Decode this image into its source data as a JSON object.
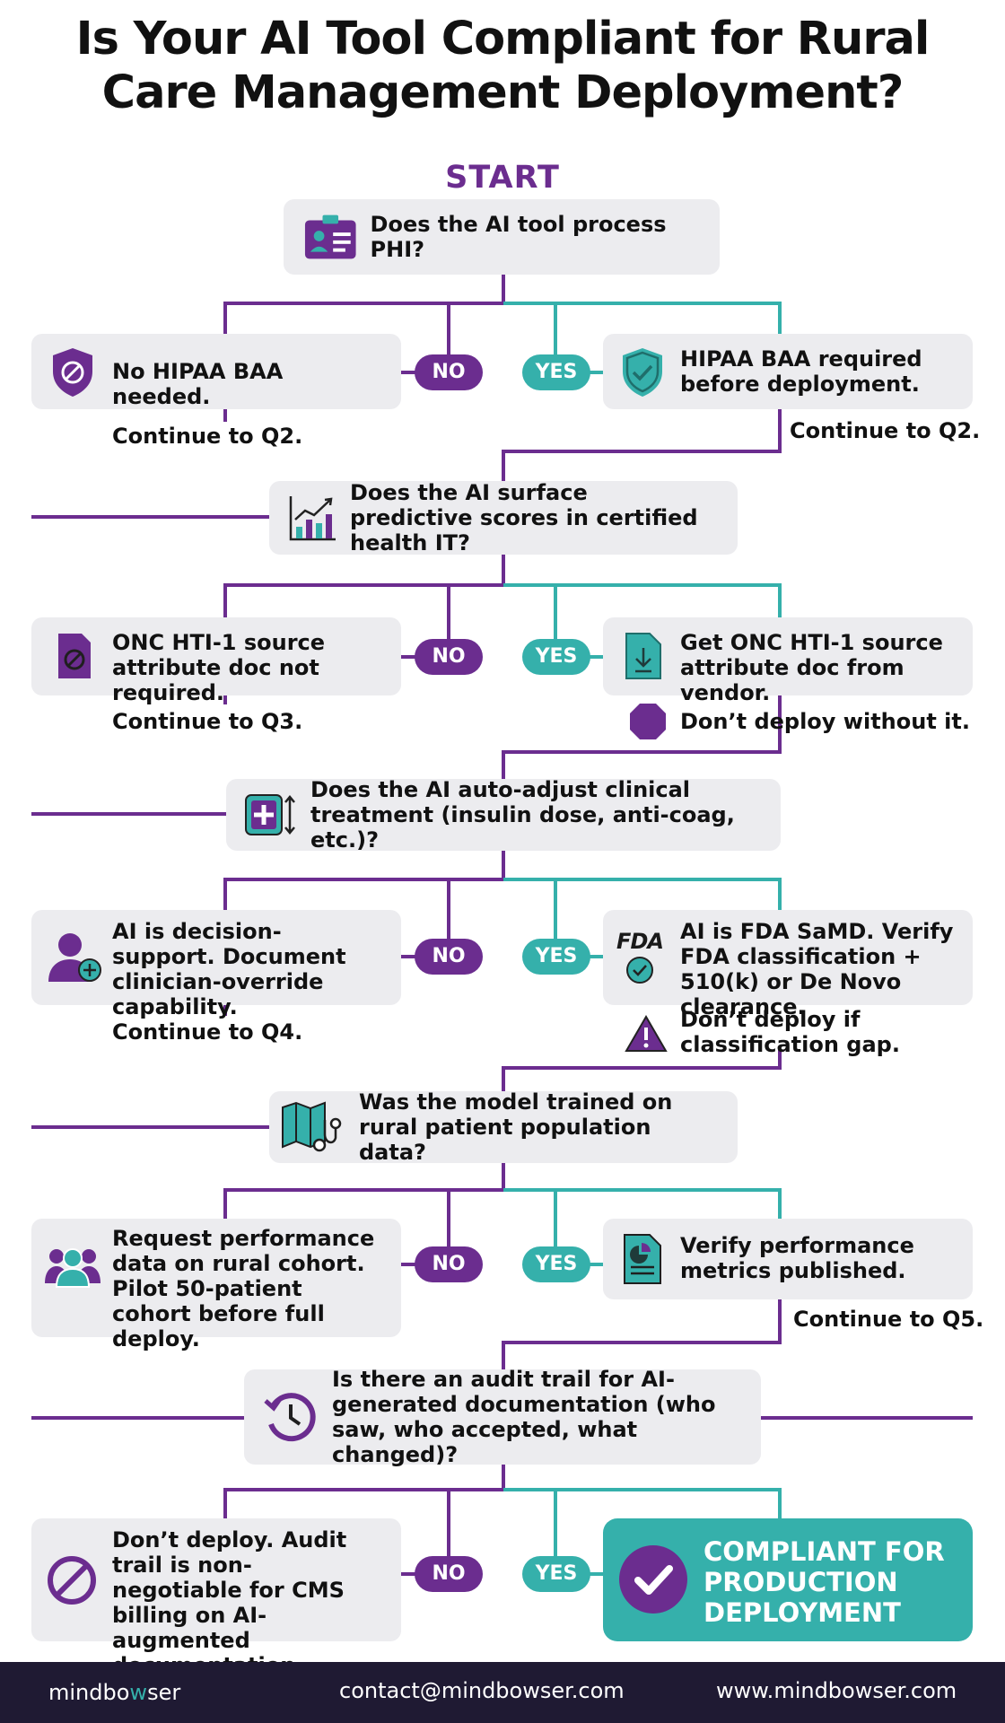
{
  "title": {
    "line1": "Is Your AI Tool Compliant  for Rural",
    "line2": "Care Management Deployment?"
  },
  "start_label": "START",
  "pill_no": "NO",
  "pill_yes": "YES",
  "q1": {
    "question": "Does the AI tool process PHI?",
    "no_text": "No HIPAA BAA needed.",
    "no_note": "Continue to Q2.",
    "yes_text": "HIPAA BAA required before deployment.",
    "yes_note": "Continue to Q2."
  },
  "q2": {
    "question": "Does the AI surface predictive scores in certified health IT?",
    "no_text": "ONC HTI-1 source attribute doc not required.",
    "no_note": "Continue to Q3.",
    "yes_text": "Get ONC HTI-1 source attribute doc from vendor.",
    "yes_note": "Don’t deploy without it."
  },
  "q3": {
    "question": "Does the AI auto-adjust clinical treatment (insulin dose, anti-coag, etc.)?",
    "no_text": "AI is decision-support. Document clinician-override capability.",
    "no_note": "Continue to Q4.",
    "yes_text": "AI is FDA SaMD. Verify FDA classification + 510(k) or De Novo clearance.",
    "yes_note": "Don’t deploy if classification gap."
  },
  "q4": {
    "question": "Was the model trained on rural patient population data?",
    "no_text": "Request performance data on rural cohort. Pilot 50-patient cohort before full deploy.",
    "yes_text": "Verify performance metrics published.",
    "yes_note": "Continue to Q5."
  },
  "q5": {
    "question": "Is there an audit trail for AI-generated documentation (who saw, who accepted, what changed)?",
    "no_text": "Don’t deploy. Audit trail is non-negotiable for CMS billing on AI-augmented documentation.",
    "yes_text": "COMPLIANT FOR PRODUCTION DEPLOYMENT"
  },
  "fda_logo_text": "FDA",
  "footer": {
    "brand_pre": "mindbo",
    "brand_w": "w",
    "brand_post": "ser",
    "email": "contact@mindbowser.com",
    "website": "www.mindbowser.com"
  },
  "colors": {
    "purple": "#6b2d8f",
    "teal": "#35b0ab",
    "box_bg": "#ececef",
    "footer_bg": "#1f1a33"
  }
}
